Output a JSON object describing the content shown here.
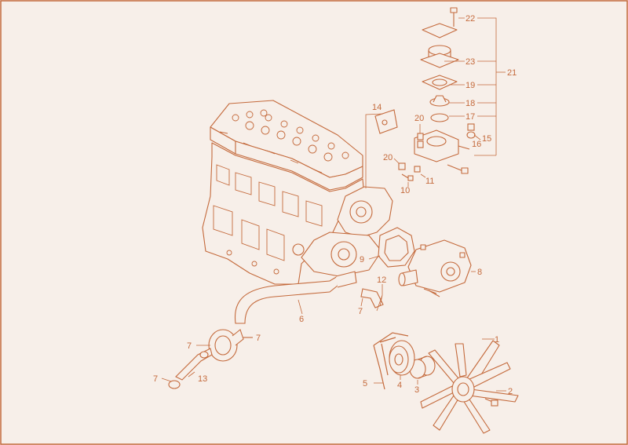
{
  "colors": {
    "background": "#f7efe9",
    "line": "#c46a3c",
    "frame": "#c46a3c",
    "fill": "#f7efe9"
  },
  "callouts": {
    "c1": "1",
    "c2": "2",
    "c3": "3",
    "c4": "4",
    "c5": "5",
    "c6": "6",
    "c7a": "7",
    "c7b": "7",
    "c7c": "7",
    "c7d": "7",
    "c8": "8",
    "c9": "9",
    "c10": "10",
    "c11": "11",
    "c12": "12",
    "c13": "13",
    "c14": "14",
    "c15": "15",
    "c16": "16",
    "c17": "17",
    "c18": "18",
    "c19": "19",
    "c20a": "20",
    "c20b": "20",
    "c21": "21",
    "c22": "22",
    "c23": "23"
  }
}
